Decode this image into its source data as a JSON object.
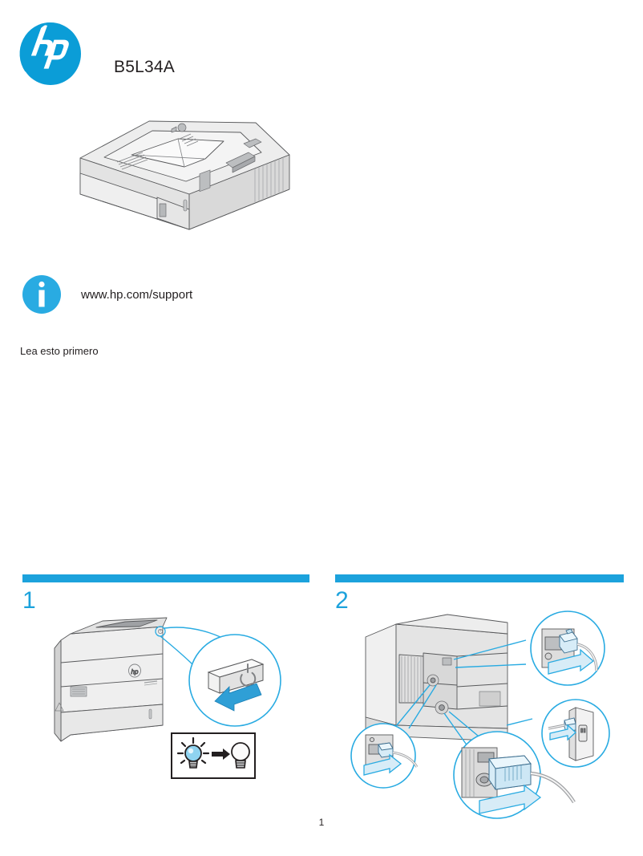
{
  "document": {
    "language": "es",
    "page_number": "1",
    "background_color": "#FFFFFF"
  },
  "header": {
    "logo_name": "hp-logo",
    "logo_wordmark": "hp",
    "logo_color": "#0B9DD7",
    "model_code": "B5L34A"
  },
  "product": {
    "illustration_name": "printer-paper-tray-accessory",
    "body_color": "#E8E8E8",
    "line_color": "#6D6E71"
  },
  "support": {
    "icon_name": "info-icon",
    "icon_color": "#29ABE2",
    "icon_glyph": "i",
    "url": "www.hp.com/support"
  },
  "instructions": {
    "read_first": "Lea esto primero"
  },
  "accent": {
    "bar_color": "#1CA2DC",
    "callout_color": "#29ABE2",
    "arrow_color": "#2F9FD6"
  },
  "steps": [
    {
      "number": "1",
      "name": "power-off-printer",
      "art_name": "printer-front-power-button-illustration",
      "callouts": [
        {
          "name": "power-button-callout",
          "icon": "power-icon"
        },
        {
          "name": "press-arrow",
          "icon": "arrow-icon"
        }
      ],
      "indicator": {
        "name": "light-bulb-indicator",
        "from_state": "bulb-on-icon",
        "to_state": "bulb-off-icon",
        "arrow": "arrow-right-icon"
      }
    },
    {
      "number": "2",
      "name": "disconnect-cables",
      "art_name": "printer-rear-cable-disconnect-illustration",
      "callouts": [
        {
          "name": "network-cable-callout",
          "icon": "cable-plug-icon"
        },
        {
          "name": "usb-cable-callout",
          "icon": "cable-plug-icon"
        },
        {
          "name": "power-cord-callout",
          "icon": "power-plug-icon"
        },
        {
          "name": "wall-outlet-callout",
          "icon": "wall-outlet-icon"
        }
      ]
    }
  ]
}
